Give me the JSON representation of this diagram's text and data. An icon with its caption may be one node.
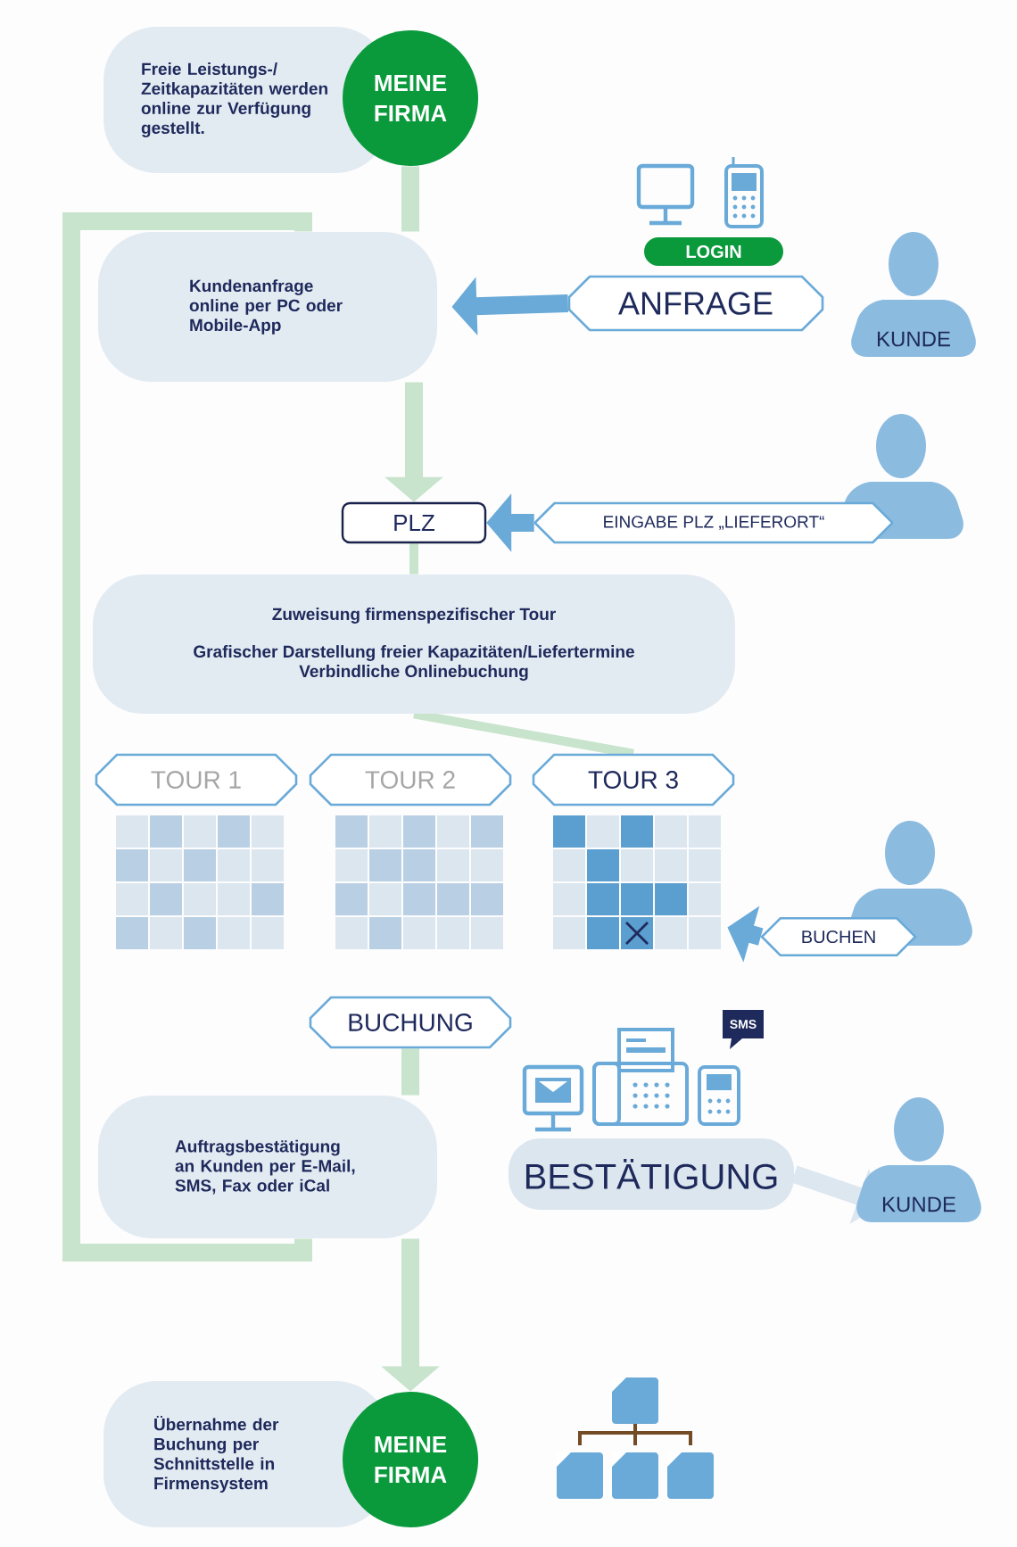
{
  "diagram": {
    "nodes": [
      {
        "text": [
          "Freie Leistungs-/ Zeitkapazitäten werden online zur Verfügung gestellt."
        ]
      },
      {
        "text": [
          "MEINE FIRMA"
        ]
      },
      {
        "text": [
          "Kundenanfrage online per PC oder Mobile-App"
        ]
      },
      {
        "text": [
          "LOGIN"
        ]
      },
      {
        "text": [
          "ANFRAGE"
        ]
      },
      {
        "text": [
          "KUNDE"
        ]
      },
      {
        "text": [
          "PLZ"
        ]
      },
      {
        "text": [
          "EINGABE PLZ „LIEFERORT“"
        ]
      },
      {
        "text": [],
        "shape": "person"
      },
      {
        "text": [
          "Zuweisung firmenspezifischer Tour",
          "Grafischer Darstellung freier Kapazitäten/Liefertermine",
          "Verbindliche Onlinebuchung"
        ]
      },
      {
        "text": [
          "TOUR 1"
        ]
      },
      {
        "text": [
          "TOUR 2"
        ]
      },
      {
        "text": [
          "TOUR 3"
        ]
      },
      {
        "text": [
          "BUCHEN"
        ]
      },
      {
        "text": [],
        "shape": "person"
      },
      {
        "text": [
          "BUCHUNG"
        ]
      },
      {
        "text": [
          "Auftragsbestätigung an Kunden per E-Mail, SMS, Fax oder iCal"
        ]
      },
      {
        "text": [
          "BESTÄTIGUNG"
        ]
      },
      {
        "text": [
          "KUNDE"
        ]
      },
      {
        "text": [
          "Übernahme der Buchung per Schnittstelle in Firmensystem"
        ]
      },
      {
        "text": [
          "MEINE FIRMA"
        ]
      }
    ],
    "edges": [
      {
        "from": 1,
        "to": 2,
        "arrow": "none"
      },
      {
        "from": 2,
        "to": 6,
        "arrow": "to"
      },
      {
        "from": 6,
        "to": 9,
        "arrow": "none"
      },
      {
        "from": 9,
        "to": 12,
        "arrow": "none"
      },
      {
        "from": 15,
        "to": 16,
        "arrow": "none"
      },
      {
        "from": 16,
        "to": 20,
        "arrow": "to"
      },
      {
        "from": 16,
        "to": 2,
        "arrow": "none"
      },
      {
        "from": 4,
        "to": 2,
        "arrow": "to",
        "color": "#6aaad8"
      },
      {
        "from": 7,
        "to": 6,
        "arrow": "to",
        "color": "#6aaad8"
      },
      {
        "from": 13,
        "to": 12,
        "arrow": "to",
        "color": "#6aaad8"
      },
      {
        "from": 17,
        "to": 18,
        "arrow": "to",
        "color": "#dde7f0"
      }
    ],
    "labels": [
      "SMS"
    ]
  }
}
